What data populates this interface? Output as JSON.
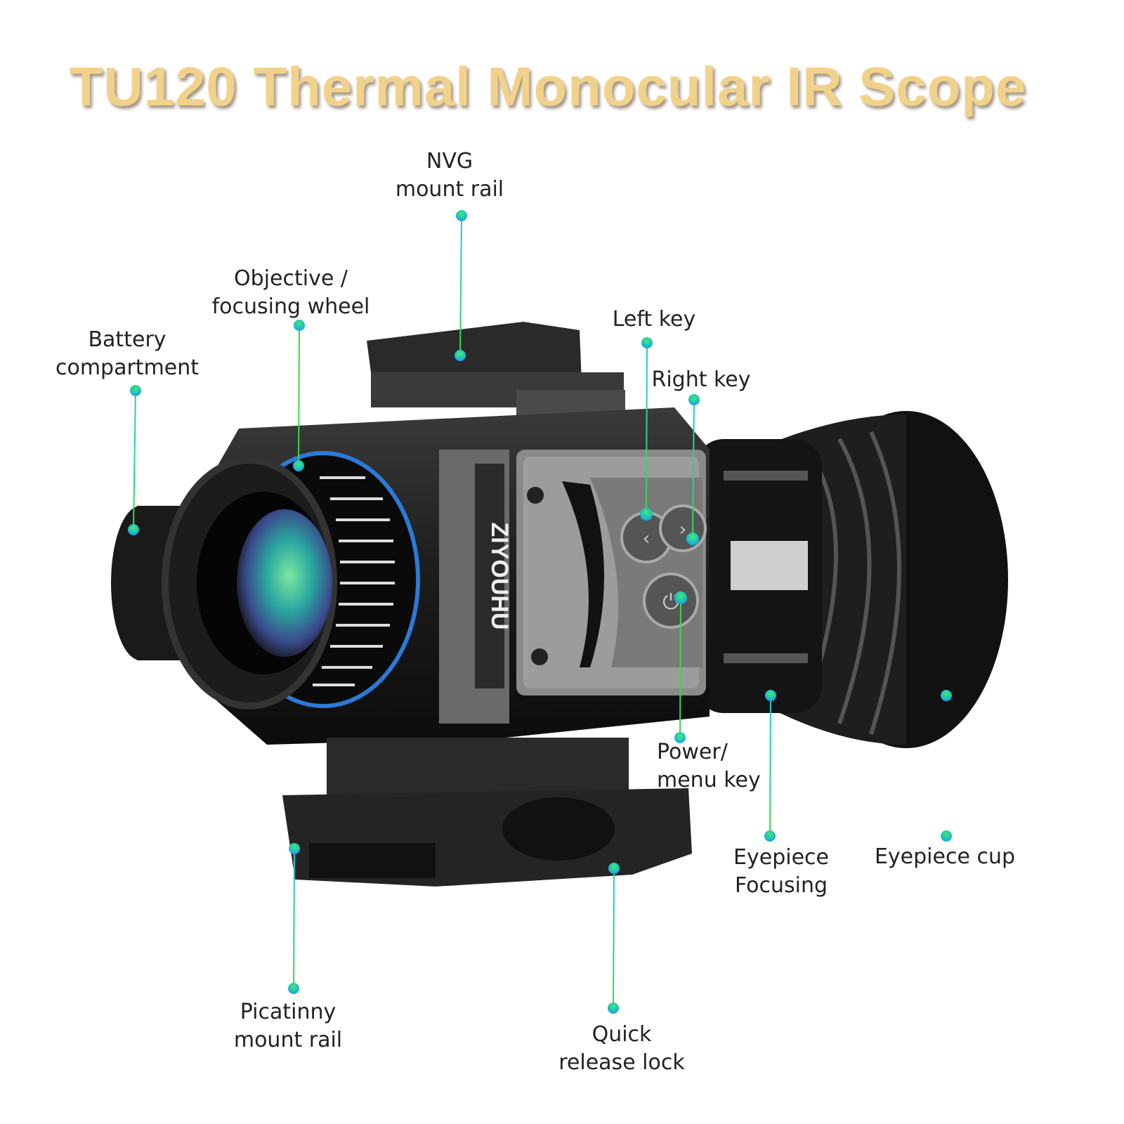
{
  "title": "TU120 Thermal Monocular IR Scope",
  "brand_text": "ZIYOUHU",
  "colors": {
    "title": "#f2d28a",
    "callout_line_top": "#1fc8e6",
    "callout_line_bottom": "#3ad84a",
    "dot": "#2ee07a"
  },
  "callouts": [
    {
      "id": "nvg",
      "lines": [
        "NVG",
        "mount rail"
      ]
    },
    {
      "id": "objective",
      "lines": [
        "Objective /",
        "focusing wheel"
      ]
    },
    {
      "id": "battery",
      "lines": [
        "Battery",
        "compartment"
      ]
    },
    {
      "id": "left_key",
      "lines": [
        "Left key"
      ]
    },
    {
      "id": "right_key",
      "lines": [
        "Right key"
      ]
    },
    {
      "id": "power",
      "lines": [
        "Power/",
        "menu key"
      ]
    },
    {
      "id": "eyepiece_focus",
      "lines": [
        "Eyepiece",
        "Focusing"
      ]
    },
    {
      "id": "eyepiece_cup",
      "lines": [
        "Eyepiece cup"
      ]
    },
    {
      "id": "picatinny",
      "lines": [
        "Picatinny",
        "mount rail"
      ]
    },
    {
      "id": "quick_release",
      "lines": [
        "Quick",
        "release lock"
      ]
    }
  ]
}
